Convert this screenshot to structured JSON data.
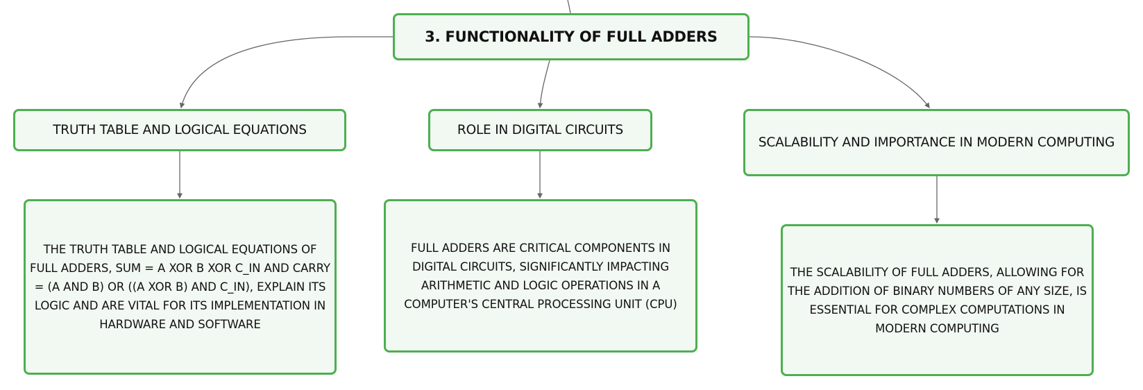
{
  "root": {
    "label": "3. FUNCTIONALITY OF FULL ADDERS"
  },
  "topics": [
    {
      "label": "TRUTH TABLE AND LOGICAL EQUATIONS",
      "detail": "THE TRUTH TABLE AND LOGICAL EQUATIONS OF FULL ADDERS, SUM = A XOR B XOR C_IN AND CARRY = (A AND B) OR ((A XOR B) AND C_IN), EXPLAIN ITS LOGIC AND ARE VITAL FOR ITS IMPLEMENTATION IN HARDWARE AND SOFTWARE"
    },
    {
      "label": "ROLE IN DIGITAL CIRCUITS",
      "detail": "FULL ADDERS ARE CRITICAL COMPONENTS IN DIGITAL CIRCUITS, SIGNIFICANTLY IMPACTING ARITHMETIC AND LOGIC OPERATIONS IN A COMPUTER'S CENTRAL PROCESSING UNIT (CPU)"
    },
    {
      "label": "SCALABILITY AND IMPORTANCE IN MODERN COMPUTING",
      "detail": "THE SCALABILITY OF FULL ADDERS, ALLOWING FOR THE ADDITION OF BINARY NUMBERS OF ANY SIZE, IS ESSENTIAL FOR COMPLEX COMPUTATIONS IN MODERN COMPUTING"
    }
  ],
  "colors": {
    "node_border": "#4caf50",
    "node_fill": "#f2f8f2",
    "connector": "#666666",
    "text": "#111111"
  }
}
